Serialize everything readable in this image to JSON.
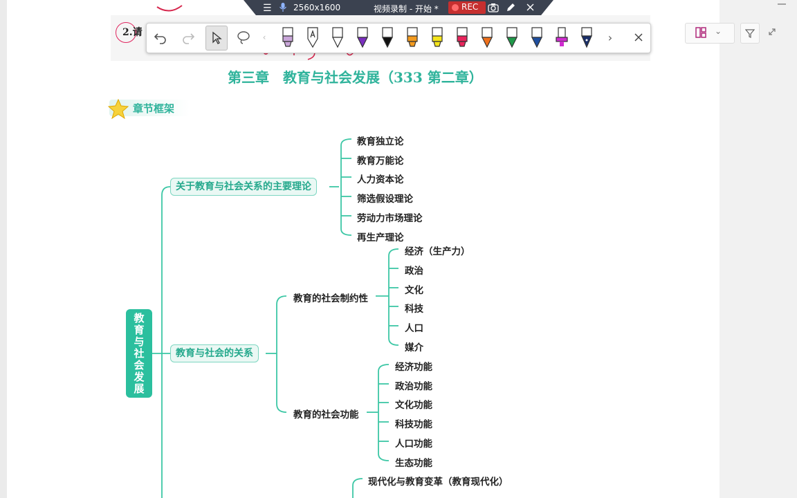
{
  "recorder": {
    "menu_icon": "menu-icon",
    "mic_icon": "mic-icon",
    "resolution": "2560x1600",
    "title": "视频录制 - 开始 *",
    "rec_label": "REC"
  },
  "document": {
    "question_number": "2.",
    "question_char": "请",
    "chapter_title": "第三章　教育与社会发展（333 第二章）",
    "section_tag": "章节框架",
    "mindmap": {
      "root": "教育与社会发展",
      "branch1": {
        "label": "关于教育与社会关系的主要理论",
        "items": [
          "教育独立论",
          "教育万能论",
          "人力资本论",
          "筛选假设理论",
          "劳动力市场理论",
          "再生产理论"
        ]
      },
      "branch2": {
        "label": "教育与社会的关系",
        "sub1": {
          "label": "教育的社会制约性",
          "items": [
            "经济（生产力）",
            "政治",
            "文化",
            "科技",
            "人口",
            "媒介"
          ]
        },
        "sub2": {
          "label": "教育的社会功能",
          "items": [
            "经济功能",
            "政治功能",
            "文化功能",
            "科技功能",
            "人口功能",
            "生态功能"
          ]
        }
      },
      "branch3_partial": "现代化与教育变革（教育现代化）"
    }
  },
  "colors": {
    "accent": "#2fb39b",
    "line": "#3cc7a5",
    "ink": "#d6274d",
    "rec": "#c62f2f"
  }
}
